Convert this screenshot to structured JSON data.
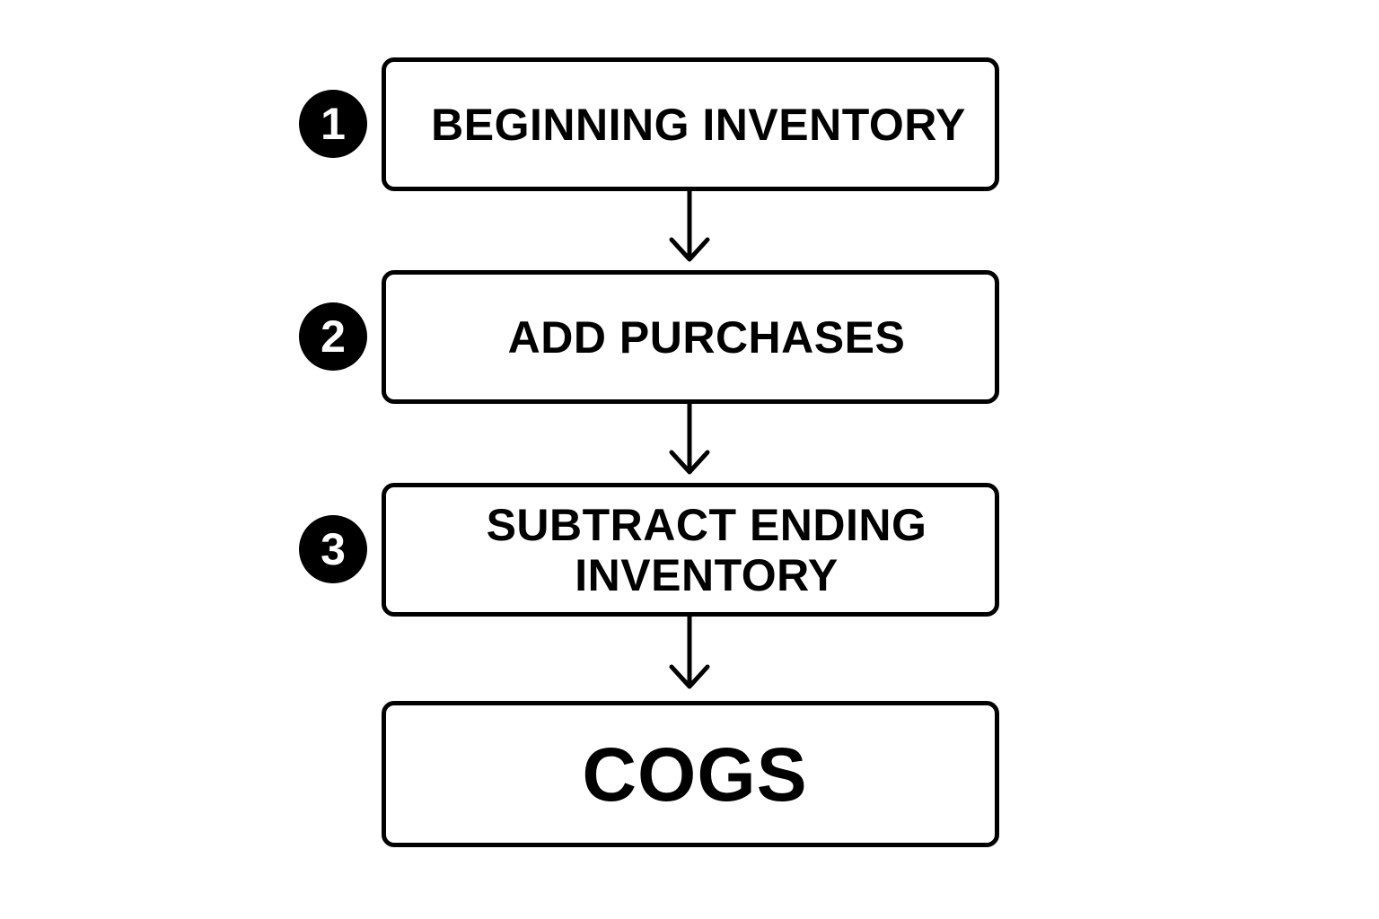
{
  "steps": [
    {
      "number": "1",
      "label": "BEGINNING INVENTORY"
    },
    {
      "number": "2",
      "label": "ADD PURCHASES"
    },
    {
      "number": "3",
      "label_line1": "SUBTRACT ENDING",
      "label_line2": "INVENTORY"
    }
  ],
  "result": {
    "label": "COGS"
  },
  "colors": {
    "stroke": "#000000",
    "badge_fill": "#000000",
    "badge_text": "#ffffff",
    "background": "#ffffff"
  }
}
